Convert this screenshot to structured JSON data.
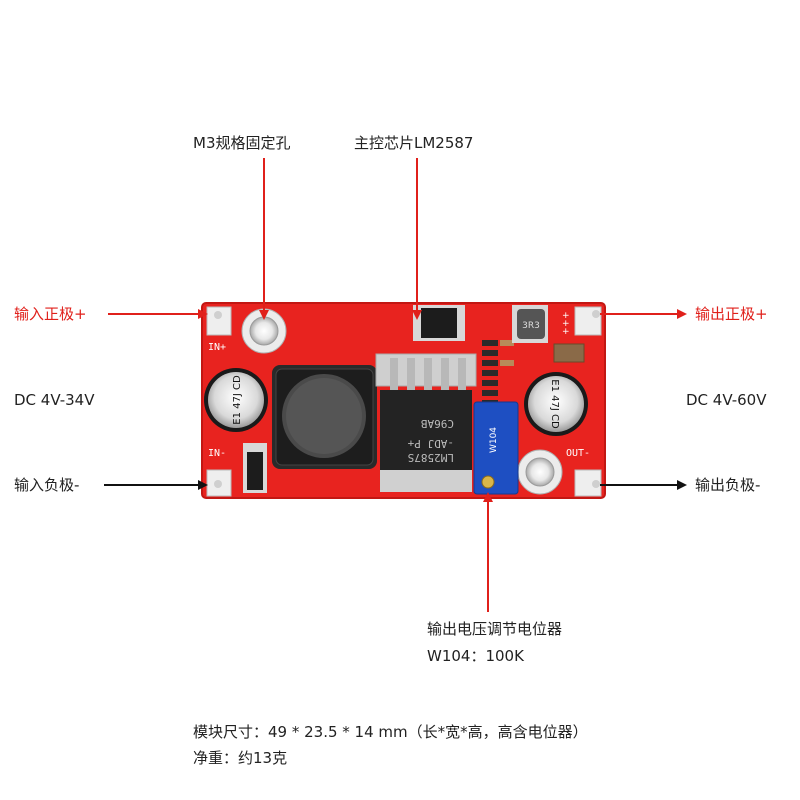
{
  "labels": {
    "mount_hole": "M3规格固定孔",
    "main_chip": "主控芯片LM2587",
    "input_positive": "输入正极+",
    "output_positive": "输出正极+",
    "dc_input_range": "DC 4V-34V",
    "dc_output_range": "DC 4V-60V",
    "input_negative": "输入负极-",
    "output_negative": "输出负极-",
    "potentiometer_title": "输出电压调节电位器",
    "potentiometer_value": "W104：100K",
    "dimensions": "模块尺寸：49 * 23.5 * 14 mm（长*宽*高，高含电位器）",
    "weight": "净重：约13克"
  },
  "board_silkscreen": {
    "in_plus": "IN+",
    "in_minus": "IN-",
    "out_minus": "OUT-",
    "chip_line1": "LM2587S",
    "chip_line2": "-ADJ P+",
    "chip_line3": "C96AB",
    "cap_left": "E1 47J CD",
    "cap_right": "E1 47J CD",
    "inductor_small": "3R3",
    "pot_code": "W104"
  },
  "colors": {
    "arrow_red": "#e0201b",
    "arrow_black": "#111111",
    "pcb": "#e8231f",
    "text_red": "#e0201b"
  }
}
